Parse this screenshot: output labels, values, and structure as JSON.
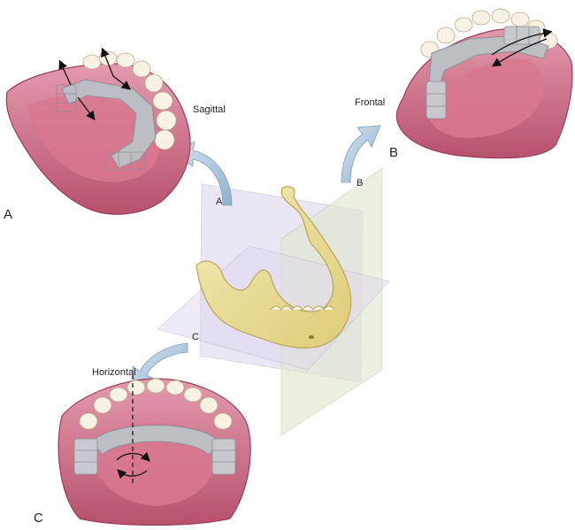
{
  "panels": {
    "a": {
      "letter": "A",
      "plane_label": "Sagittal",
      "arrow_letter": "A"
    },
    "b": {
      "letter": "B",
      "plane_label": "Frontal",
      "arrow_letter": "B"
    },
    "c": {
      "letter": "C",
      "plane_label": "Horizontal",
      "arrow_letter": "C"
    }
  },
  "colors": {
    "tissue": "#cf6f85",
    "tissue_dark": "#a94762",
    "tissue_light": "#e7a3b3",
    "tooth": "#f6f1e2",
    "framework": "#b9b9bf",
    "bone": "#ecdf99",
    "plane_sagittal": "#d9d3ea",
    "plane_frontal": "#dfe9cc",
    "plane_horizontal": "#e2d6ee",
    "arrow": "#a9c3dc"
  }
}
